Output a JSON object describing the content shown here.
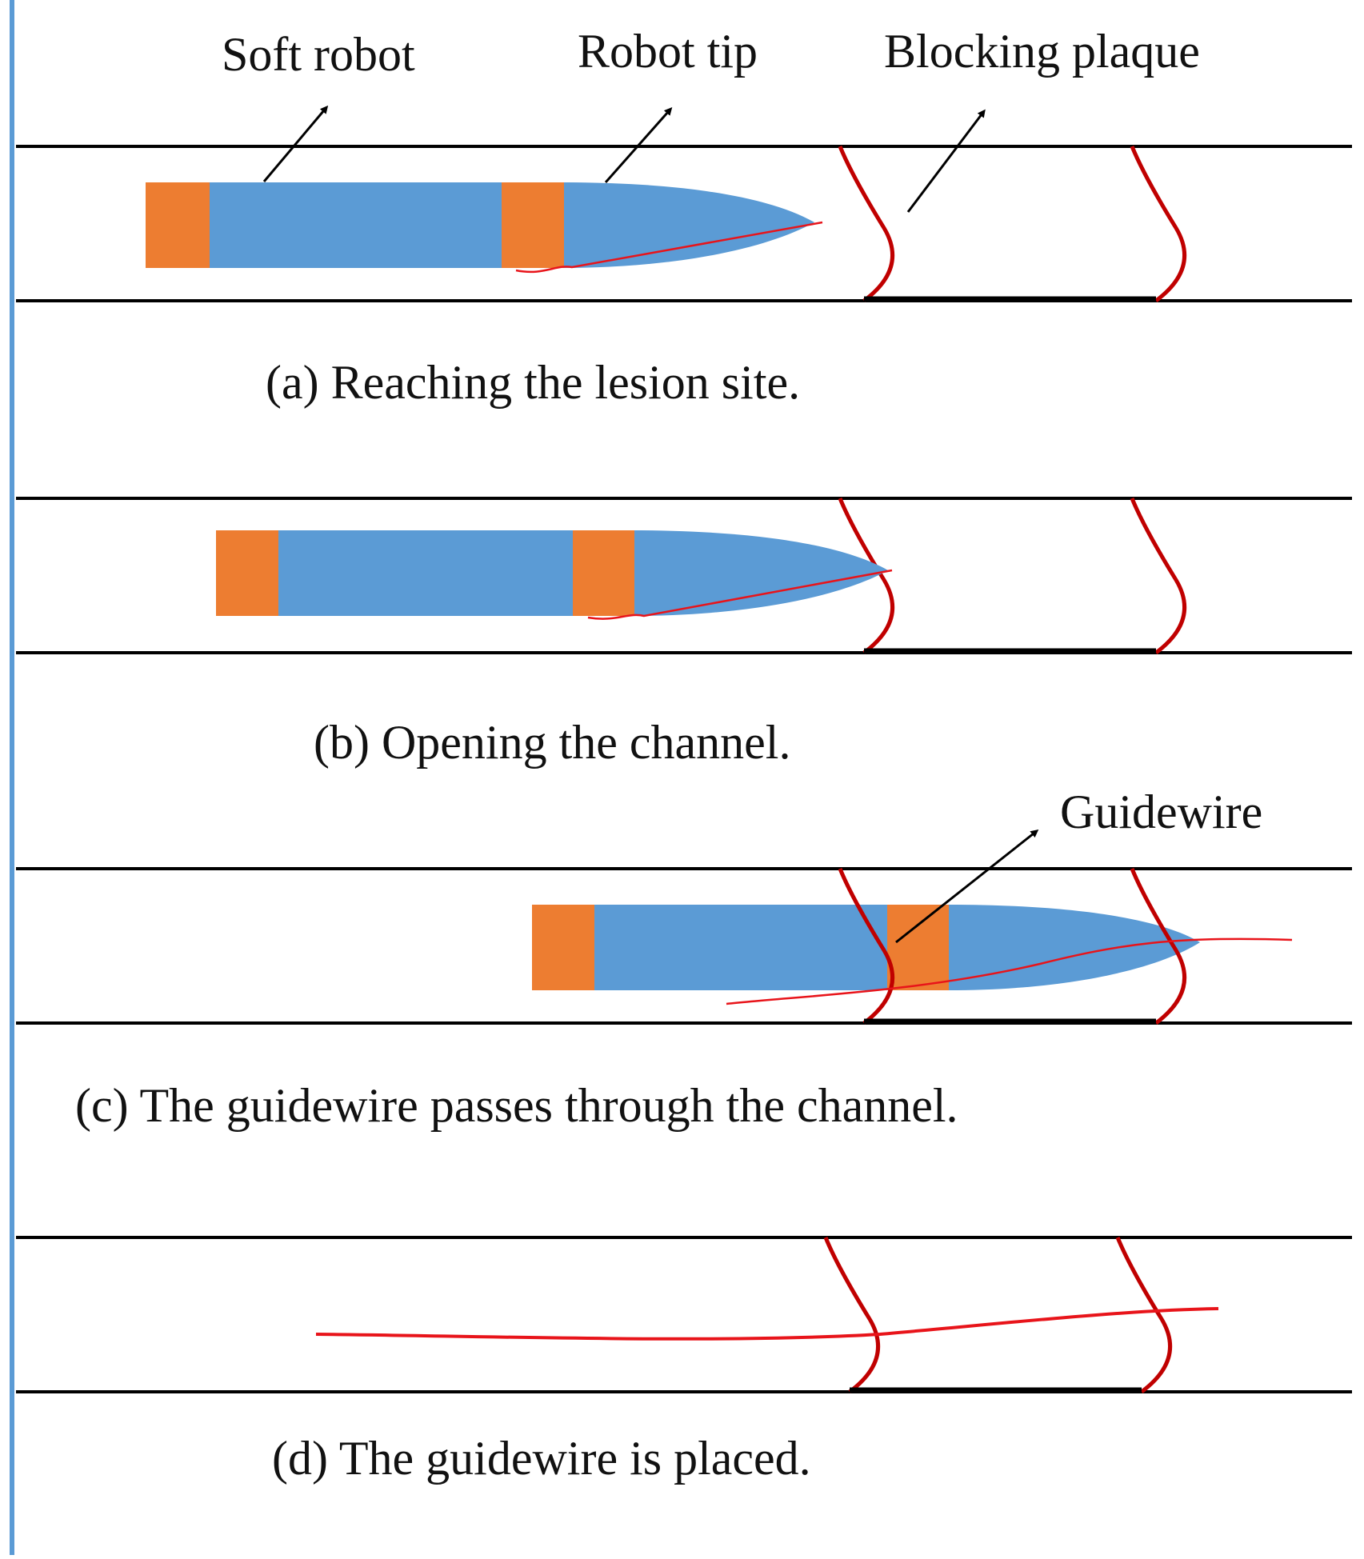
{
  "colors": {
    "robot_body": "#5b9bd5",
    "robot_segment": "#ed7d31",
    "plaque": "#c00000",
    "guidewire": "#e8141a",
    "vessel_wall": "#000000",
    "side_bar": "#5b9bd5"
  },
  "labels": {
    "soft_robot": "Soft robot",
    "robot_tip": "Robot tip",
    "blocking_plaque": "Blocking plaque",
    "guidewire": "Guidewire"
  },
  "captions": {
    "a": "(a) Reaching the lesion site.",
    "b": "(b) Opening the channel.",
    "c": "(c) The guidewire passes through the channel.",
    "d": "(d) The guidewire is placed."
  }
}
